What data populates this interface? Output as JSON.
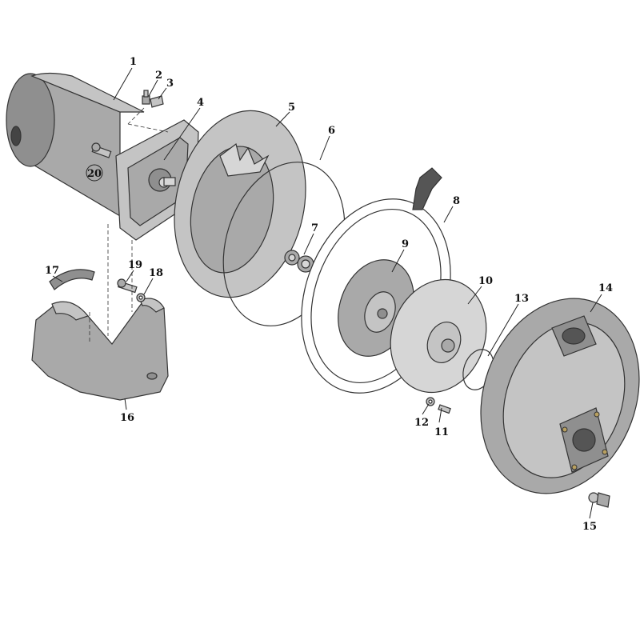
{
  "colors": {
    "part_dark": "#8f8f8f",
    "part_mid": "#a9a9a9",
    "part_light": "#c4c4c4",
    "part_lighter": "#d6d6d6",
    "outline": "#333333",
    "background": "#ffffff"
  },
  "callouts": [
    {
      "id": "c1",
      "label": "1"
    },
    {
      "id": "c2",
      "label": "2"
    },
    {
      "id": "c3",
      "label": "3"
    },
    {
      "id": "c4",
      "label": "4"
    },
    {
      "id": "c5",
      "label": "5"
    },
    {
      "id": "c6",
      "label": "6"
    },
    {
      "id": "c7",
      "label": "7"
    },
    {
      "id": "c8",
      "label": "8"
    },
    {
      "id": "c9",
      "label": "9"
    },
    {
      "id": "c10",
      "label": "10"
    },
    {
      "id": "c11",
      "label": "11"
    },
    {
      "id": "c12",
      "label": "12"
    },
    {
      "id": "c13",
      "label": "13"
    },
    {
      "id": "c14",
      "label": "14"
    },
    {
      "id": "c15",
      "label": "15"
    },
    {
      "id": "c16",
      "label": "16"
    },
    {
      "id": "c17",
      "label": "17"
    },
    {
      "id": "c18",
      "label": "18"
    },
    {
      "id": "c19",
      "label": "19"
    },
    {
      "id": "c20",
      "label": "20"
    }
  ]
}
